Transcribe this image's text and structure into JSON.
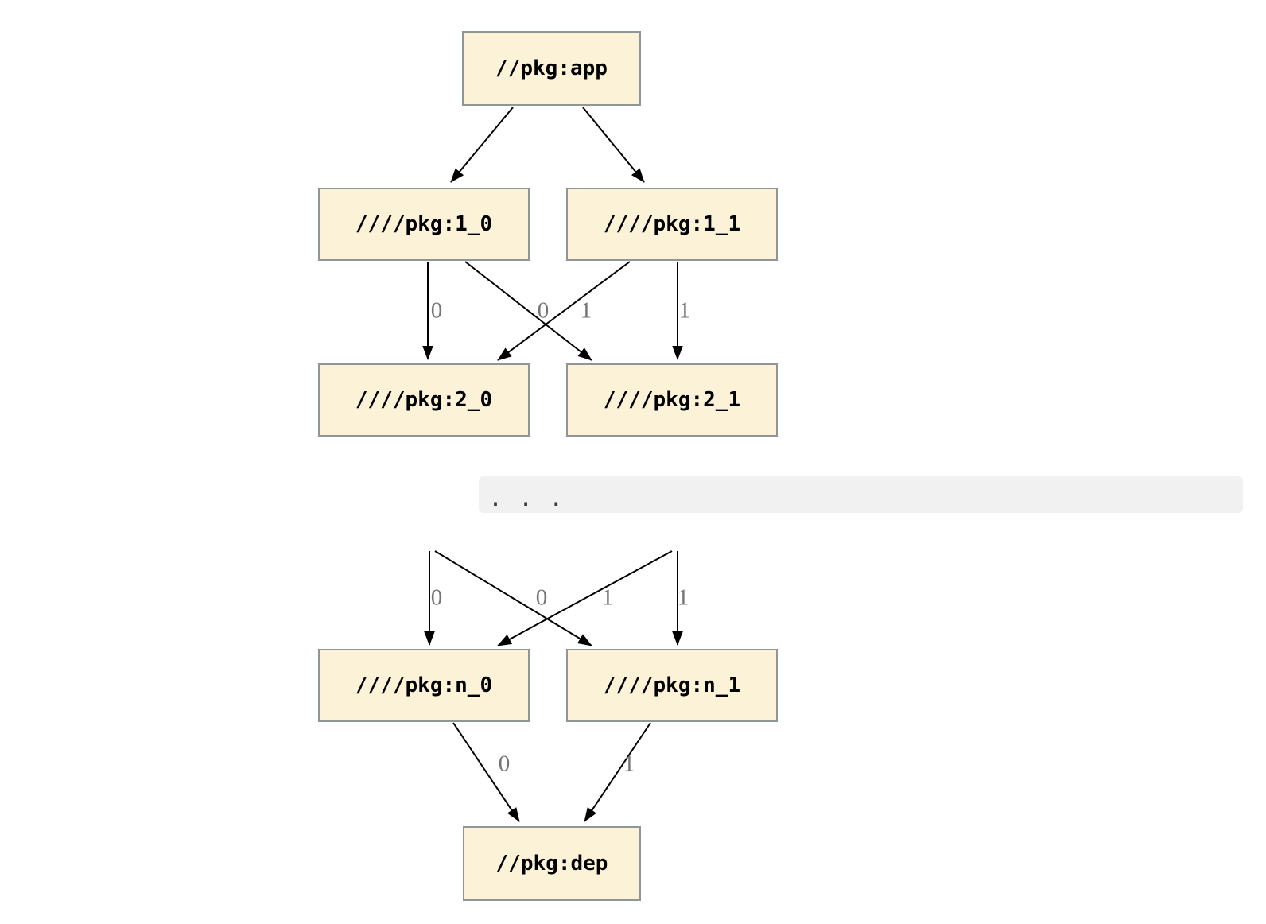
{
  "diagram": {
    "kind": "dependency-graph",
    "colors": {
      "node_fill": "#fbf2d7",
      "node_border": "#8f9696",
      "edge_color": "#000000",
      "edge_label_color": "#757575",
      "ellipsis_band_bg": "#f1f1f1",
      "background": "#ffffff"
    },
    "nodes": {
      "app": {
        "label": "//pkg:app"
      },
      "1_0": {
        "label": "////pkg:1_0"
      },
      "1_1": {
        "label": "////pkg:1_1"
      },
      "2_0": {
        "label": "////pkg:2_0"
      },
      "2_1": {
        "label": "////pkg:2_1"
      },
      "n_0": {
        "label": "////pkg:n_0"
      },
      "n_1": {
        "label": "////pkg:n_1"
      },
      "dep": {
        "label": "//pkg:dep"
      }
    },
    "ellipsis": ". . .",
    "edges": [
      {
        "from": "//pkg:app",
        "to": "////pkg:1_0",
        "label": ""
      },
      {
        "from": "//pkg:app",
        "to": "////pkg:1_1",
        "label": ""
      },
      {
        "from": "////pkg:1_0",
        "to": "////pkg:2_0",
        "label": "0"
      },
      {
        "from": "////pkg:1_1",
        "to": "////pkg:2_0",
        "label": "0"
      },
      {
        "from": "////pkg:1_0",
        "to": "////pkg:2_1",
        "label": "1"
      },
      {
        "from": "////pkg:1_1",
        "to": "////pkg:2_1",
        "label": "1"
      },
      {
        "from": "...",
        "to": "////pkg:n_0",
        "label": "0"
      },
      {
        "from": "...",
        "to": "////pkg:n_0",
        "label": "0"
      },
      {
        "from": "...",
        "to": "////pkg:n_1",
        "label": "1"
      },
      {
        "from": "...",
        "to": "////pkg:n_1",
        "label": "1"
      },
      {
        "from": "////pkg:n_0",
        "to": "//pkg:dep",
        "label": "0"
      },
      {
        "from": "////pkg:n_1",
        "to": "//pkg:dep",
        "label": "1"
      }
    ]
  }
}
